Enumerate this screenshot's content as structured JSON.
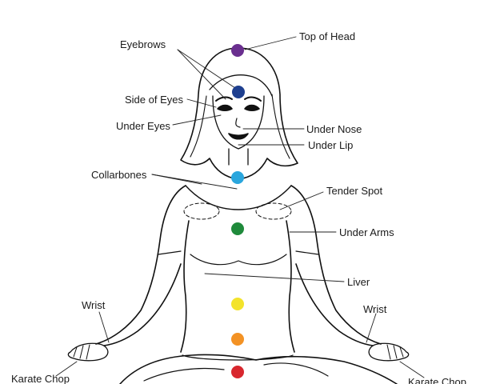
{
  "points": [
    {
      "id": "top-of-head",
      "label": "Top of Head",
      "color": "#6a2f8f"
    },
    {
      "id": "eyebrows",
      "label": "Eyebrows",
      "color": "#1e3f8f"
    },
    {
      "id": "side-of-eyes",
      "label": "Side of Eyes",
      "color": "#1e3f8f"
    },
    {
      "id": "under-eyes",
      "label": "Under Eyes"
    },
    {
      "id": "under-nose",
      "label": "Under Nose"
    },
    {
      "id": "under-lip",
      "label": "Under Lip"
    },
    {
      "id": "collarbones",
      "label": "Collarbones",
      "color": "#2aa6dd"
    },
    {
      "id": "tender-spot",
      "label": "Tender Spot"
    },
    {
      "id": "under-arms",
      "label": "Under Arms",
      "color": "#1f8a3b"
    },
    {
      "id": "liver",
      "label": "Liver"
    },
    {
      "id": "wrist-left",
      "label": "Wrist"
    },
    {
      "id": "wrist-right",
      "label": "Wrist"
    },
    {
      "id": "karate-chop-left",
      "label": "Karate Chop"
    },
    {
      "id": "karate-chop-right",
      "label": "Karate Chop"
    }
  ],
  "chakra_colors": {
    "crown": "#6a2f8f",
    "third_eye": "#1e3f8f",
    "throat": "#2aa6dd",
    "heart": "#1f8a3b",
    "solar_plexus": "#f3e32b",
    "sacral": "#f39224",
    "root": "#d8272e"
  }
}
